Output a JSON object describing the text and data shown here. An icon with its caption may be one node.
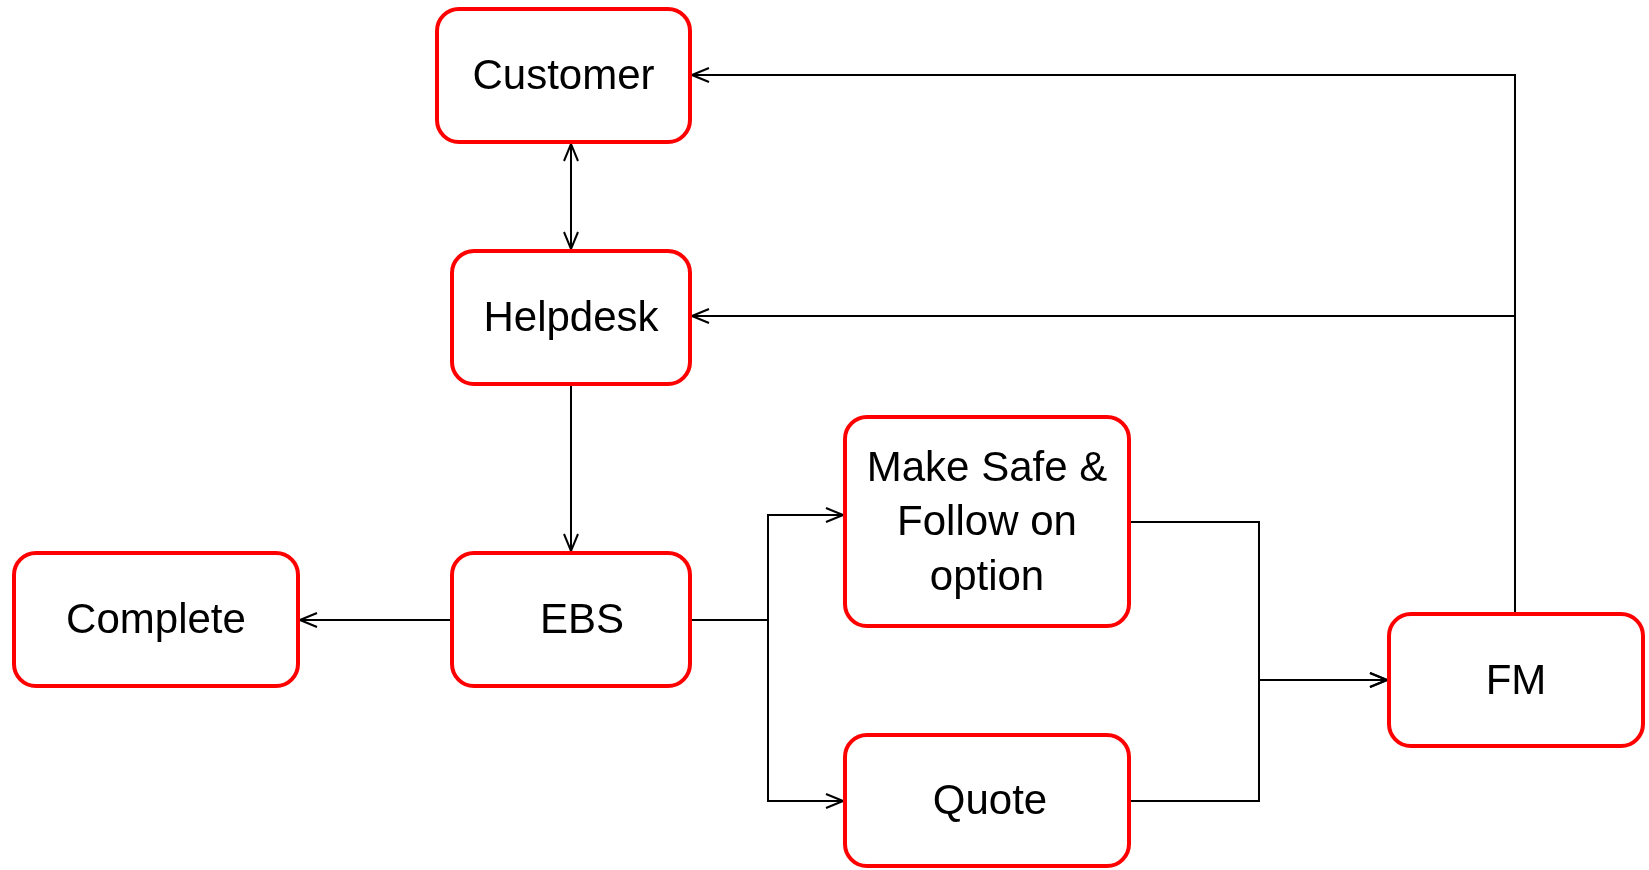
{
  "diagram": {
    "nodes": [
      {
        "text": [
          "Customer"
        ]
      },
      {
        "text": [
          "Helpdesk"
        ]
      },
      {
        "text": [
          "Complete"
        ]
      },
      {
        "text": [
          "EBS"
        ]
      },
      {
        "text": [
          "Make Safe & Follow on option"
        ]
      },
      {
        "text": [
          "Quote"
        ]
      },
      {
        "text": [
          "FM"
        ]
      }
    ],
    "edges": [
      {
        "from": 0,
        "to": 1,
        "arrow": "both"
      },
      {
        "from": 1,
        "to": 3,
        "arrow": "to"
      },
      {
        "from": 3,
        "to": 2,
        "arrow": "to"
      },
      {
        "from": 3,
        "to": 4,
        "arrow": "to"
      },
      {
        "from": 3,
        "to": 5,
        "arrow": "to"
      },
      {
        "from": 4,
        "to": 6,
        "arrow": "to"
      },
      {
        "from": 5,
        "to": 6,
        "arrow": "to"
      },
      {
        "from": 6,
        "to": 1,
        "arrow": "to"
      },
      {
        "from": 6,
        "to": 0,
        "arrow": "to"
      }
    ]
  }
}
